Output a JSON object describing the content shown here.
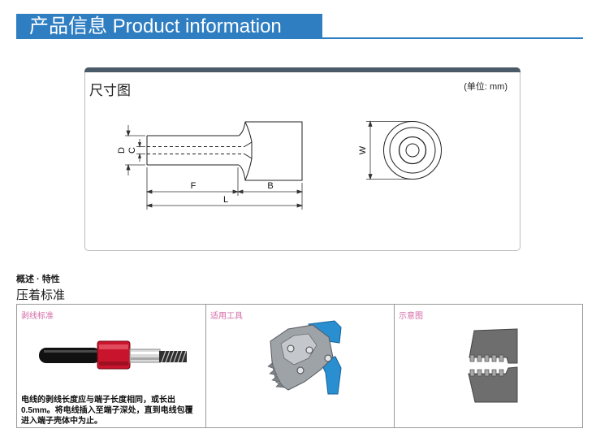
{
  "header": {
    "title": "产品信息 Product information"
  },
  "dimension_drawing": {
    "title": "尺寸图",
    "unit": "(单位: mm)",
    "labels": {
      "d": "D",
      "c": "C",
      "f": "F",
      "b": "B",
      "l": "L",
      "w": "W"
    }
  },
  "overview": {
    "heading": "概述 · 特性",
    "subheading": "压着标准"
  },
  "crimp_table": {
    "strip": {
      "header": "剥线标准",
      "lines": [
        "电线的剥线长度应与端子长度相同，或长出",
        "0.5mm。将电线插入至端子深处，直到电线包覆",
        "进入端子壳体中为止。"
      ],
      "image_icon": "stripped-wire-in-ferrule-icon"
    },
    "tool": {
      "header": "适用工具",
      "image_icon": "crimping-tool-icon"
    },
    "diagram": {
      "header": "示意图",
      "image_icon": "crimp-jaws-icon"
    }
  },
  "colors": {
    "brand_blue": "#2f7ec2",
    "panel_band": "#4b5a69",
    "table_header_pink": "#d46aa6",
    "ferrule_red": "#c8142c",
    "tool_blue": "#2a8fd0"
  }
}
